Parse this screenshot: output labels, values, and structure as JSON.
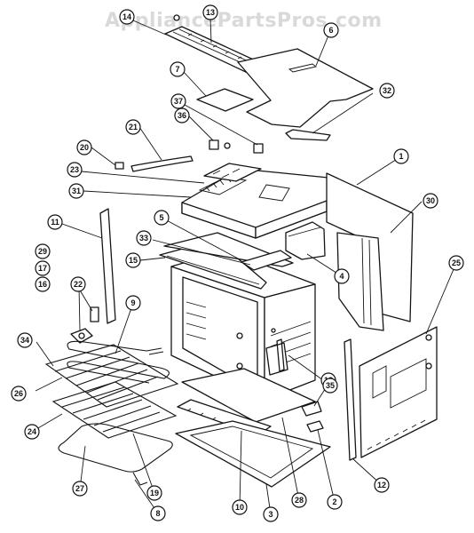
{
  "watermark": "AppliancePartsPros.com",
  "callouts": [
    {
      "id": "1",
      "label": "1"
    },
    {
      "id": "2",
      "label": "2"
    },
    {
      "id": "3",
      "label": "3"
    },
    {
      "id": "4",
      "label": "4"
    },
    {
      "id": "5",
      "label": "5"
    },
    {
      "id": "6",
      "label": "6"
    },
    {
      "id": "7",
      "label": "7"
    },
    {
      "id": "8",
      "label": "8"
    },
    {
      "id": "9",
      "label": "9"
    },
    {
      "id": "10",
      "label": "10"
    },
    {
      "id": "11",
      "label": "11"
    },
    {
      "id": "12",
      "label": "12"
    },
    {
      "id": "13",
      "label": "13"
    },
    {
      "id": "14",
      "label": "14"
    },
    {
      "id": "15",
      "label": "15"
    },
    {
      "id": "16",
      "label": "16"
    },
    {
      "id": "17",
      "label": "17"
    },
    {
      "id": "18",
      "label": "18"
    },
    {
      "id": "19",
      "label": "19"
    },
    {
      "id": "20",
      "label": "20"
    },
    {
      "id": "21",
      "label": "21"
    },
    {
      "id": "22",
      "label": "22"
    },
    {
      "id": "23",
      "label": "23"
    },
    {
      "id": "24",
      "label": "24"
    },
    {
      "id": "25",
      "label": "25"
    },
    {
      "id": "26",
      "label": "26"
    },
    {
      "id": "27",
      "label": "27"
    },
    {
      "id": "28",
      "label": "28"
    },
    {
      "id": "29",
      "label": "29"
    },
    {
      "id": "30",
      "label": "30"
    },
    {
      "id": "31",
      "label": "31"
    },
    {
      "id": "32",
      "label": "32"
    },
    {
      "id": "33",
      "label": "33"
    },
    {
      "id": "34",
      "label": "34"
    },
    {
      "id": "35",
      "label": "35"
    },
    {
      "id": "36",
      "label": "36"
    },
    {
      "id": "37",
      "label": "37"
    }
  ]
}
